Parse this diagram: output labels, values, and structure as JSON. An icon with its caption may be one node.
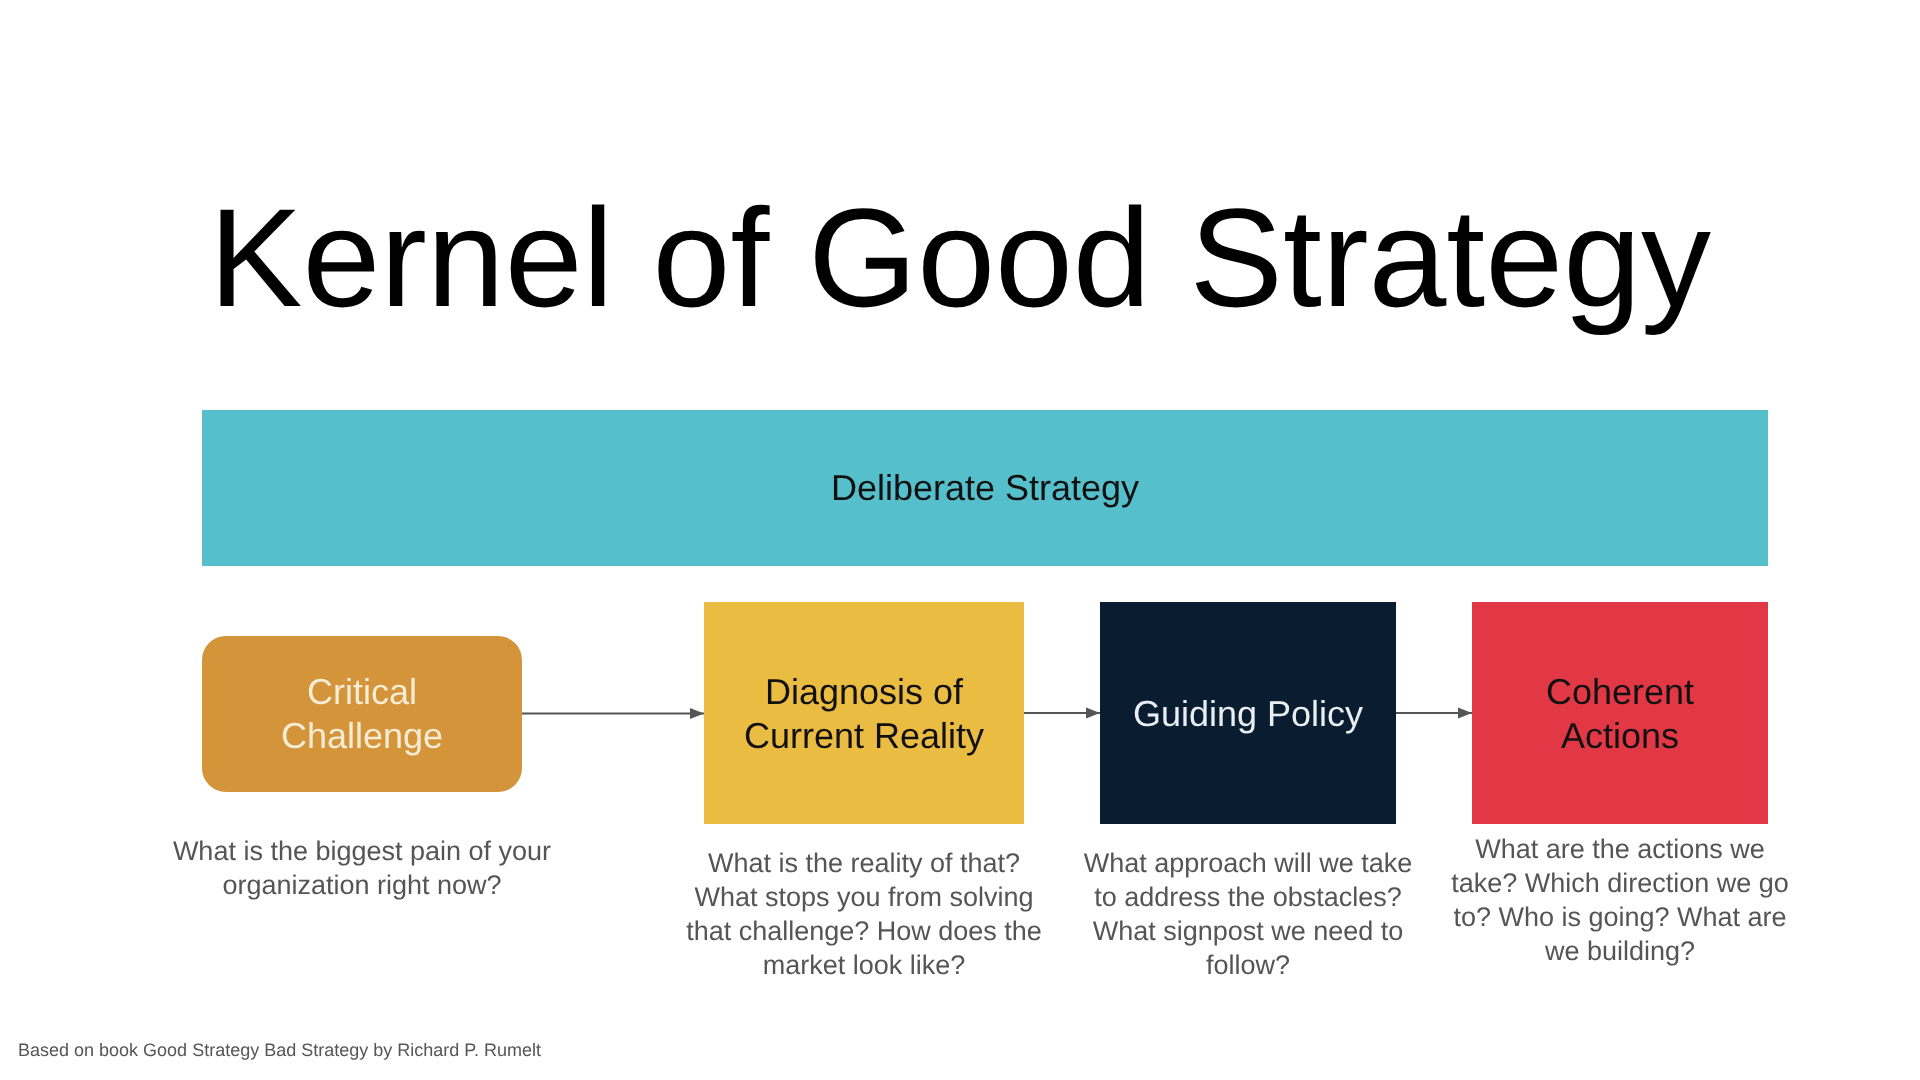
{
  "diagram": {
    "title": "Kernel of Good Strategy",
    "nodes": [
      {
        "text": [
          "Deliberate Strategy"
        ]
      },
      {
        "text": [
          "Critical Challenge"
        ],
        "beside": [
          "What is the biggest pain of your organization right now?"
        ]
      },
      {
        "text": [
          "Diagnosis of Current Reality"
        ],
        "beside": [
          "What is the reality of that? What stops you from solving that challenge? How does the market look like?"
        ]
      },
      {
        "text": [
          "Guiding Policy"
        ],
        "beside": [
          "What approach will we take to address the obstacles? What signpost we need to follow?"
        ]
      },
      {
        "text": [
          "Coherent Actions"
        ],
        "beside": [
          "What are the actions we take? Which direction we go to? Who is going? What are we building?"
        ]
      }
    ],
    "edges": [
      {
        "from": 1,
        "to": 2,
        "arrow": "to"
      },
      {
        "from": 2,
        "to": 3,
        "arrow": "to"
      },
      {
        "from": 3,
        "to": 4,
        "arrow": "to"
      }
    ],
    "labels": [
      "Based on book Good Strategy Bad Strategy by Richard P. Rumelt"
    ]
  }
}
